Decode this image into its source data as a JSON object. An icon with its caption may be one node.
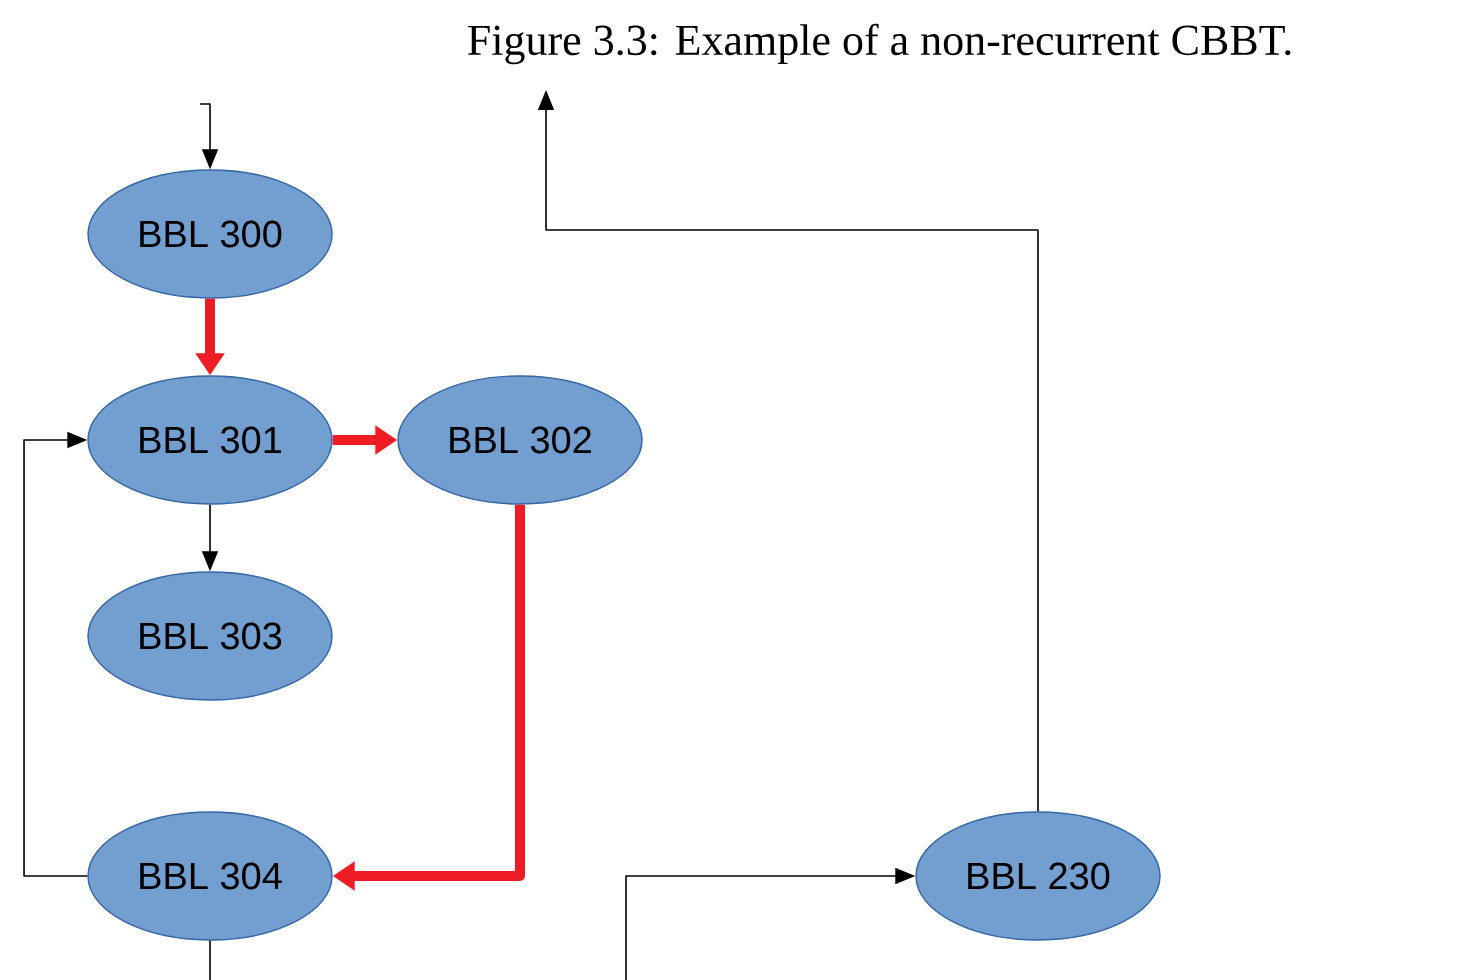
{
  "diagram": {
    "caption": "Figure 3.3: Example of a non-recurrent CBBT.",
    "nodes": [
      {
        "text": [
          "BBL 300"
        ]
      },
      {
        "text": [
          "BBL 301"
        ]
      },
      {
        "text": [
          "BBL 302"
        ]
      },
      {
        "text": [
          "BBL 303"
        ]
      },
      {
        "text": [
          "BBL 304"
        ]
      },
      {
        "text": [
          "BBL 230"
        ]
      }
    ],
    "edges": [
      {
        "from": null,
        "to": 0,
        "arrow": "to"
      },
      {
        "from": 0,
        "to": 1,
        "arrow": "to",
        "style": "thick",
        "color": "#ee1c25"
      },
      {
        "from": 1,
        "to": 2,
        "arrow": "to",
        "style": "thick",
        "color": "#ee1c25"
      },
      {
        "from": 1,
        "to": 3,
        "arrow": "to"
      },
      {
        "from": 2,
        "to": 4,
        "arrow": "to",
        "style": "thick",
        "color": "#ee1c25"
      },
      {
        "from": 4,
        "to": 1,
        "arrow": "to"
      },
      {
        "from": 4,
        "to": null,
        "arrow": "none"
      },
      {
        "from": null,
        "to": 5,
        "arrow": "to"
      },
      {
        "from": 5,
        "to": null,
        "arrow": "to"
      }
    ]
  }
}
